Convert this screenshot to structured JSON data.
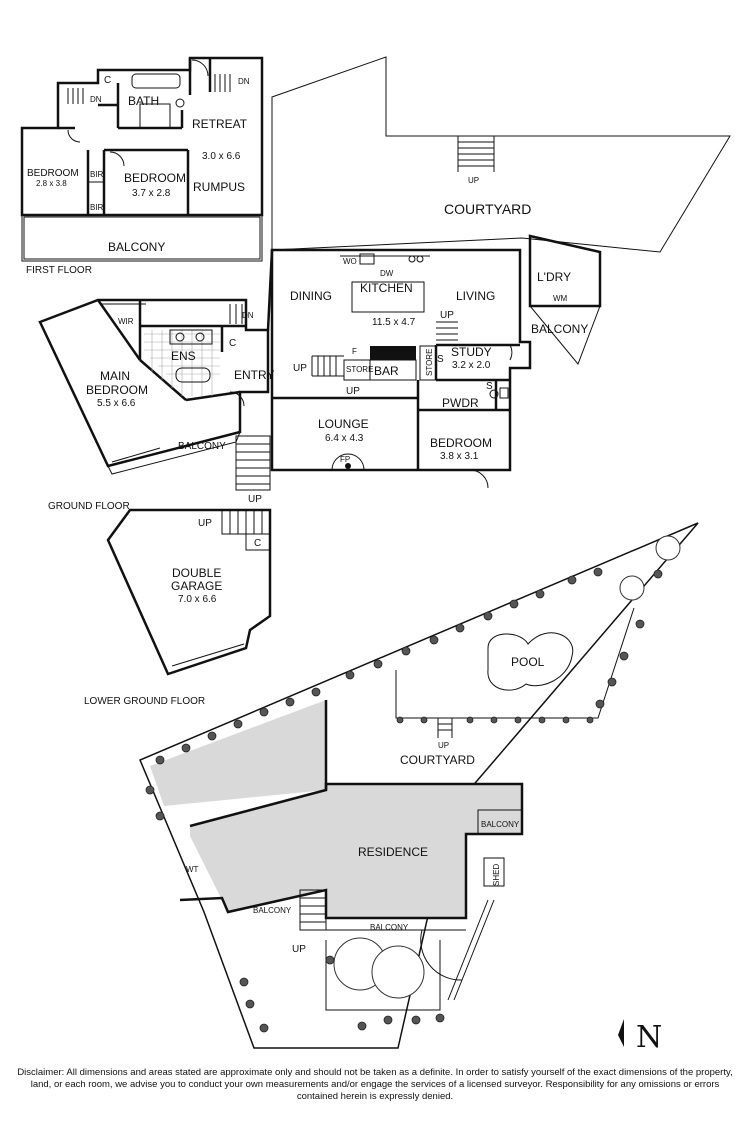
{
  "floors": {
    "first": "FIRST FLOOR",
    "ground": "GROUND FLOOR",
    "lower_ground": "LOWER GROUND FLOOR"
  },
  "first_floor": {
    "bedroom_left": {
      "name": "BEDROOM",
      "dim": "2.8 x 3.8"
    },
    "bedroom_mid": {
      "name": "BEDROOM",
      "dim": "3.7 x 2.8"
    },
    "bath": "BATH",
    "retreat": {
      "name": "RETREAT",
      "dim": "3.0 x 6.6"
    },
    "rumpus": "RUMPUS",
    "balcony": "BALCONY",
    "bir1": "BIR",
    "bir2": "BIR",
    "c": "C",
    "dn1": "DN",
    "dn2": "DN"
  },
  "courtyard_top": "COURTYARD",
  "up_top": "UP",
  "ground_floor": {
    "dining": "DINING",
    "kitchen": {
      "name": "KITCHEN",
      "dim": "11.5 x 4.7"
    },
    "living": "LIVING",
    "wo": "WO",
    "dw": "DW",
    "laundry": "L'DRY",
    "wm": "WM",
    "balcony_right": "BALCONY",
    "wir": "WIR",
    "ens": "ENS",
    "c": "C",
    "dn": "DN",
    "main_bedroom": {
      "name1": "MAIN",
      "name2": "BEDROOM",
      "dim": "5.5 x 6.6"
    },
    "entry": "ENTRY",
    "balcony_left": "BALCONY",
    "up1": "UP",
    "up2": "UP",
    "up3": "UP",
    "up4": "UP",
    "f": "F",
    "store1": "STORE",
    "store2": "STORE",
    "bar": "BAR",
    "s1": "S",
    "s2": "S",
    "study": {
      "name": "STUDY",
      "dim": "3.2 x 2.0"
    },
    "pwdr": "PWDR",
    "lounge": {
      "name": "LOUNGE",
      "dim": "6.4 x 4.3"
    },
    "fp": "FP",
    "bedroom": {
      "name": "BEDROOM",
      "dim": "3.8 x 3.1"
    }
  },
  "lower_ground_floor": {
    "up": "UP",
    "c": "C",
    "garage": {
      "name1": "DOUBLE",
      "name2": "GARAGE",
      "dim": "7.0 x 6.6"
    }
  },
  "site": {
    "pool": "POOL",
    "up_courtyard": "UP",
    "courtyard": "COURTYARD",
    "residence": "RESIDENCE",
    "balcony_right": "BALCONY",
    "shed": "SHED",
    "wt": "WT",
    "balcony_left": "BALCONY",
    "balcony_bottom": "BALCONY",
    "up": "UP"
  },
  "north": "N",
  "disclaimer": "Disclaimer: All dimensions and areas stated are approximate only and should not be taken as a definite. In order to satisfy yourself of the exact dimensions of the property, land, or each room, we advise you to conduct your own measurements and/or engage the services of a licensed surveyor. Responsibility for any omissions or errors contained herein is expressly denied."
}
